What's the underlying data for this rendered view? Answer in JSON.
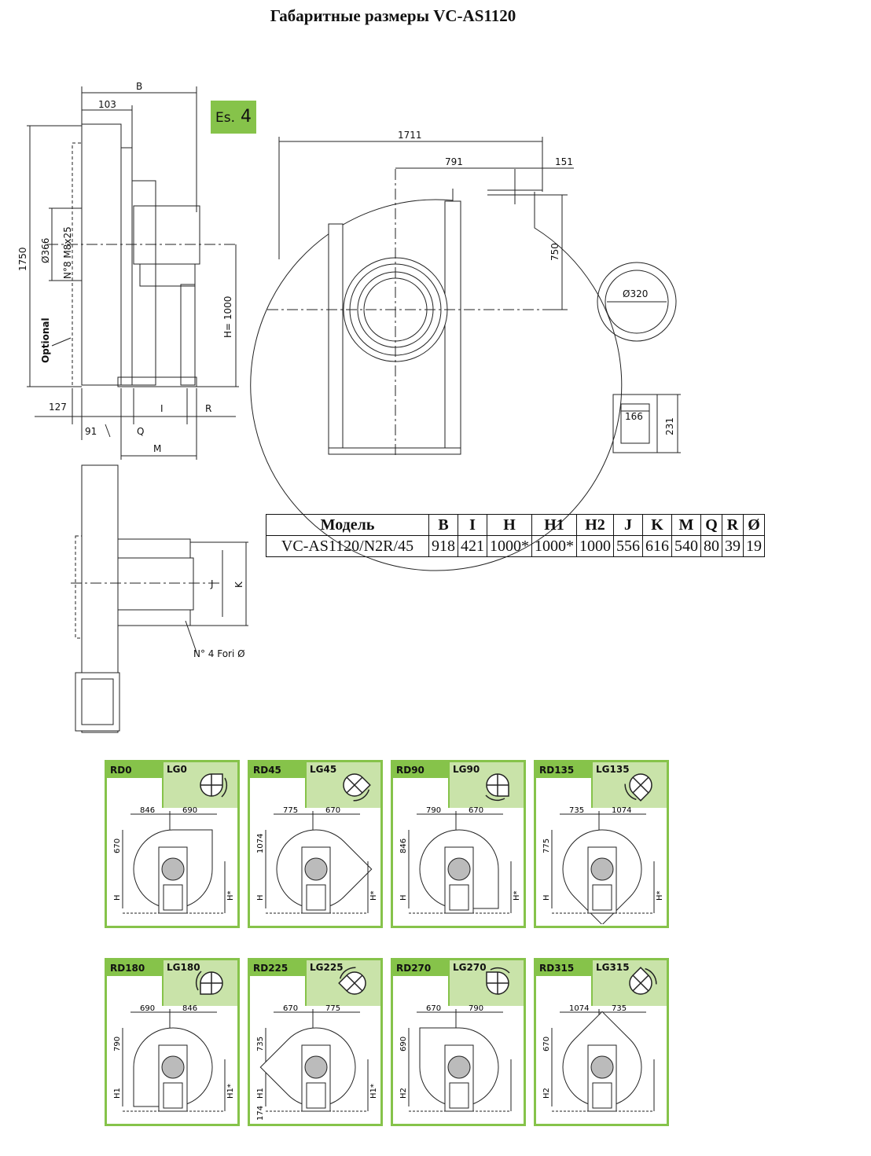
{
  "title": "Габаритные размеры VC-AS1120",
  "badge": {
    "prefix": "Es.",
    "number": "4"
  },
  "side_view": {
    "B": "B",
    "d103": "103",
    "d1750": "1750",
    "d366": "Ø366",
    "bolts": "N°8 M8x25",
    "optional": "Optional",
    "H": "H= 1000",
    "d127": "127",
    "d91": "91",
    "I": "I",
    "R": "R",
    "Q": "Q",
    "M": "M"
  },
  "front_view": {
    "d1711": "1711",
    "d791": "791",
    "d151": "151",
    "d750": "750"
  },
  "flange": {
    "d320": "Ø320"
  },
  "outlet": {
    "d166": "166",
    "d231": "231"
  },
  "top_view": {
    "J": "J",
    "K": "K",
    "holes": "N° 4 Fori Ø"
  },
  "table": {
    "headers": [
      "Модель",
      "B",
      "I",
      "H",
      "H1",
      "H2",
      "J",
      "K",
      "M",
      "Q",
      "R",
      "Ø"
    ],
    "rows": [
      [
        "VC-AS1120/N2R/45",
        "918",
        "421",
        "1000*",
        "1000*",
        "1000",
        "556",
        "616",
        "540",
        "80",
        "39",
        "19"
      ]
    ]
  },
  "positions": [
    {
      "rd": "RD0",
      "lg": "LG0",
      "a": "846",
      "b": "690",
      "v": "670",
      "l1": "H",
      "l2": "H*"
    },
    {
      "rd": "RD45",
      "lg": "LG45",
      "a": "775",
      "b": "670",
      "v": "1074",
      "l1": "H",
      "l2": "H*"
    },
    {
      "rd": "RD90",
      "lg": "LG90",
      "a": "790",
      "b": "670",
      "v": "846",
      "l1": "H",
      "l2": "H*"
    },
    {
      "rd": "RD135",
      "lg": "LG135",
      "a": "735",
      "b": "1074",
      "v": "775",
      "l1": "H",
      "l2": "H*"
    },
    {
      "rd": "RD180",
      "lg": "LG180",
      "a": "690",
      "b": "846",
      "v": "790",
      "l1": "H1",
      "l2": "H1*"
    },
    {
      "rd": "RD225",
      "lg": "LG225",
      "a": "670",
      "b": "775",
      "v": "735",
      "l1": "H1",
      "l2": "H1*",
      "l3": "174"
    },
    {
      "rd": "RD270",
      "lg": "LG270",
      "a": "670",
      "b": "790",
      "v": "690",
      "l1": "H2",
      "l2": ""
    },
    {
      "rd": "RD315",
      "lg": "LG315",
      "a": "1074",
      "b": "735",
      "v": "670",
      "l1": "H2",
      "l2": ""
    }
  ],
  "colors": {
    "accent": "#86c34a",
    "accent_light": "#c9e3a9"
  }
}
